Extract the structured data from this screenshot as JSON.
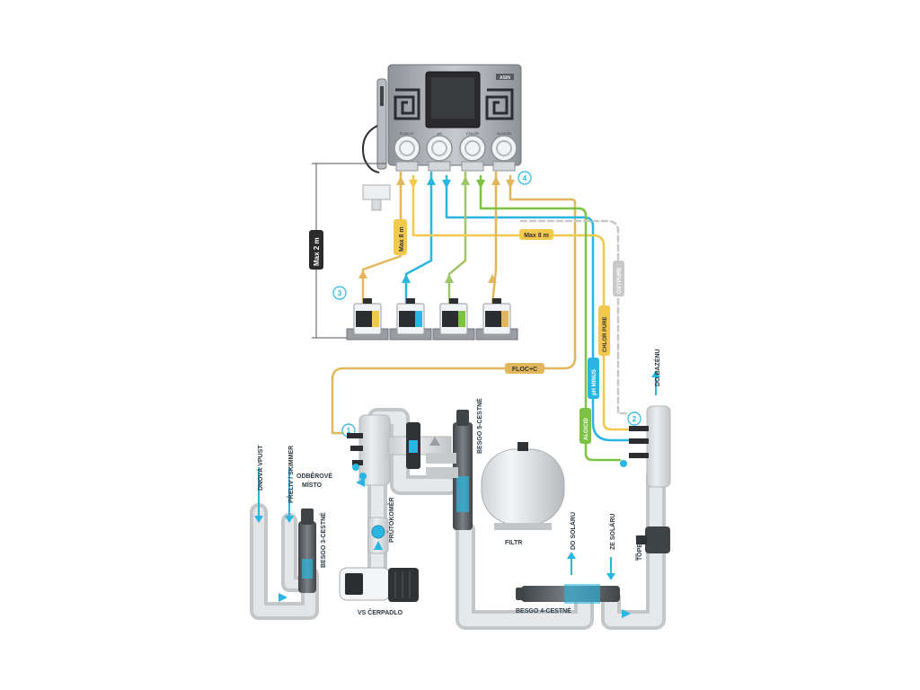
{
  "colors": {
    "flocc": "#e2b65a",
    "ph_minus": "#29b6e0",
    "chlor_pure": "#f2c94c",
    "algicid": "#7cc243",
    "oxypure": "#c9c9c9",
    "pipe": "#d9dcde",
    "pipe_edge": "#b9bdc0",
    "arrow_blue": "#29b6e0",
    "controller_body": "#a9adb2",
    "screen": "#2a2a2c"
  },
  "controller": {
    "brand_badge": "ASIN",
    "pump_labels": [
      "FLOC+C",
      "pH",
      "CHLOR",
      "ALGICID"
    ]
  },
  "labels": {
    "max_2m": "Max 2 m",
    "max_8m_a": "Max 8 m",
    "max_8m_b": "Max 8 m",
    "flocc": "FLOC+C",
    "ph_minus": "pH MINUS",
    "chlor_pure": "CHLOR PURE",
    "algicid": "ALGICID",
    "oxypure": "OXYPURE",
    "dnova_vpust": "DNOVÁ VPUST",
    "preliv_skimmer": "PŘELIV / SKIMMER",
    "odberove_misto_1": "ODBĚROVÉ",
    "odberove_misto_2": "MÍSTO",
    "besgo_3": "BESGO 3-CESTNÉ",
    "prutokomer": "PRŮTOKOMĚR",
    "vs_cerpadlo": "VS ČERPADLO",
    "besgo_5": "BESGO 5-CESTNÉ",
    "filtr": "FILTR",
    "do_bazenu": "DO BAZÉNU",
    "do_solaru": "DO SOLÁRU",
    "ze_solaru": "ZE SOLÁRU",
    "topeni": "TOPENÍ",
    "besgo_4": "BESGO 4-CESTNÉ"
  },
  "markers": [
    "1",
    "2",
    "3",
    "4"
  ]
}
